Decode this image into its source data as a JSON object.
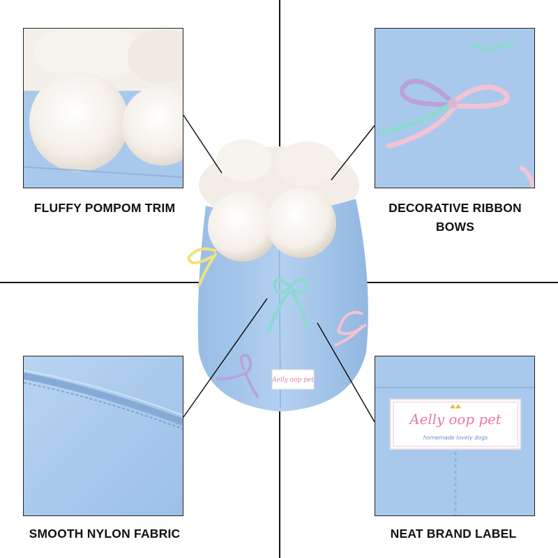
{
  "features": {
    "top_left": {
      "caption": "FLUFFY POMPOM TRIM",
      "icon": "pompom-closeup"
    },
    "top_right": {
      "caption": "DECORATIVE RIBBON BOWS",
      "icon": "ribbon-bow-closeup"
    },
    "bottom_left": {
      "caption": "SMOOTH NYLON FABRIC",
      "icon": "fabric-closeup"
    },
    "bottom_right": {
      "caption": "NEAT BRAND LABEL",
      "icon": "label-closeup"
    }
  },
  "brand_label": {
    "name": "Aelly oop pet",
    "tagline": "homemade lovely dogs"
  },
  "colors": {
    "fabric_blue": "#a9c9ec",
    "fur_white": "#f7f3ee",
    "bow_yellow": "#f2e27c",
    "bow_teal": "#8fd8d2",
    "bow_purple": "#b8a3d9",
    "bow_pink": "#f4c3d3",
    "label_pink_text": "#e77aa0"
  }
}
